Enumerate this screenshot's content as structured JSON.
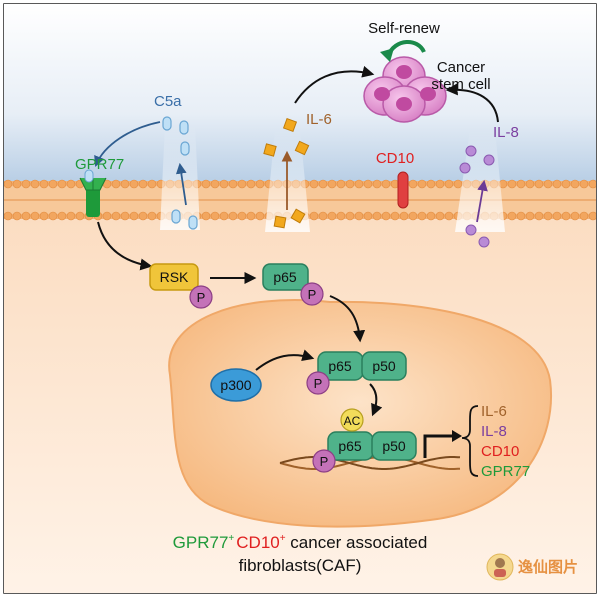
{
  "labels": {
    "self_renew": "Self-renew",
    "cancer_stem_cell_line1": "Cancer",
    "cancer_stem_cell_line2": "stem cell",
    "c5a": "C5a",
    "il6": "IL-6",
    "il8": "IL-8",
    "gpr77": "GPR77",
    "cd10": "CD10",
    "rsk": "RSK",
    "p": "P",
    "p65": "p65",
    "p50": "p50",
    "p300": "p300",
    "ac": "AC"
  },
  "target_genes": [
    "IL-6",
    "IL-8",
    "CD10",
    "GPR77"
  ],
  "caption": {
    "gpr77": "GPR77",
    "cd10": "CD10",
    "sup_plus": "+",
    "rest_line1": " cancer associated",
    "line2": "fibroblasts(CAF)"
  },
  "watermark": "逸仙图片",
  "colors": {
    "gpr77_green": "#1e9a3a",
    "cd10_red": "#e02020",
    "il6_brown": "#a0622b",
    "il8_purple": "#7b3fa0",
    "c5a_blue": "#3a6fa8",
    "p65_teal": "#4fb28a",
    "phospho_pink": "#c472b8",
    "rsk_yellow": "#f0c53a",
    "p300_blue": "#3b9bd8",
    "ac_yellow": "#f2dc5a",
    "nucleus": "#f6c79a",
    "cytoplasm": "#fde8d4",
    "membrane": "#f3b47a"
  }
}
